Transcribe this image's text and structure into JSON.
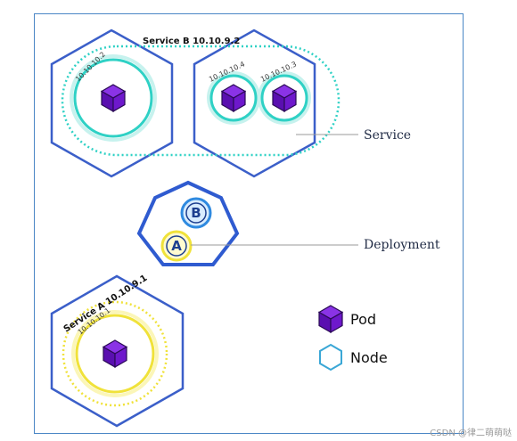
{
  "diagram": {
    "service_b_label": "Service B 10.10.9.2",
    "service_a_label": "Service A  10.10.9.1",
    "pod_ips": {
      "b_left": "10.10.10.2",
      "b_mid": "10.10.10.4",
      "b_right": "10.10.10.3",
      "a": "10.10.10.1"
    },
    "deployment_letters": {
      "b": "B",
      "a": "A"
    },
    "callouts": {
      "service": "Service",
      "deployment": "Deployment"
    }
  },
  "legend": {
    "pod": "Pod",
    "node": "Node"
  },
  "watermark": "CSDN @律二萌萌哒",
  "colors": {
    "node_blue": "#3b5fc9",
    "service_b_teal": "#2fd1c5",
    "service_a_yellow": "#f0e23a",
    "pod_purple": "#6a10c9",
    "node_legend": "#3aa7d6"
  },
  "icons": {
    "pod": "cube-icon",
    "node": "hexagon-icon"
  }
}
